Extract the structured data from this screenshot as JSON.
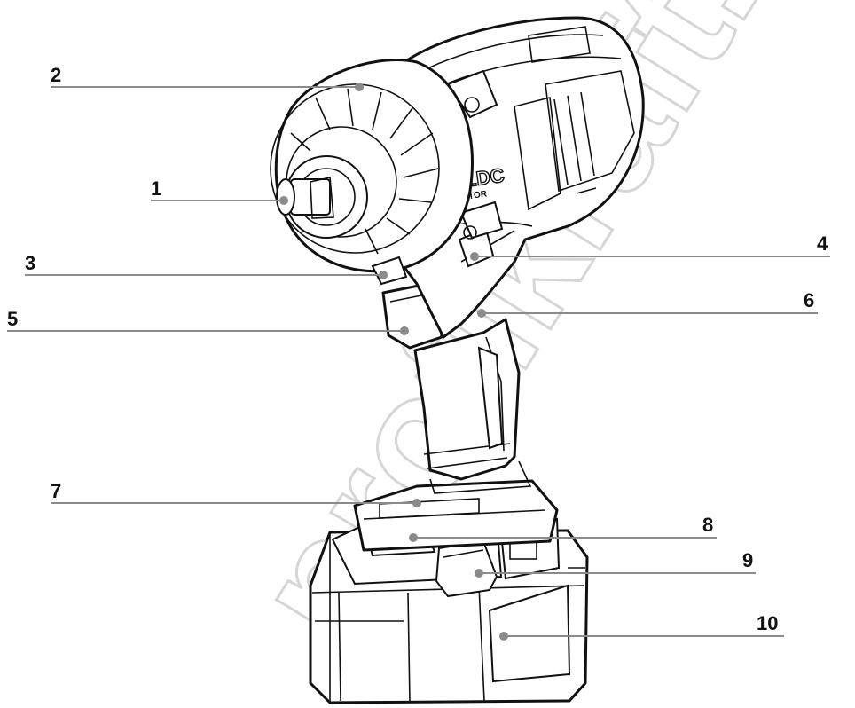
{
  "watermark": "profikraft.cz",
  "motor_badge": {
    "line1": "BLDC",
    "line2": "MOTOR"
  },
  "callouts": [
    {
      "num": "1"
    },
    {
      "num": "2"
    },
    {
      "num": "3"
    },
    {
      "num": "4"
    },
    {
      "num": "5"
    },
    {
      "num": "6"
    },
    {
      "num": "7"
    },
    {
      "num": "8"
    },
    {
      "num": "9"
    },
    {
      "num": "10"
    }
  ]
}
